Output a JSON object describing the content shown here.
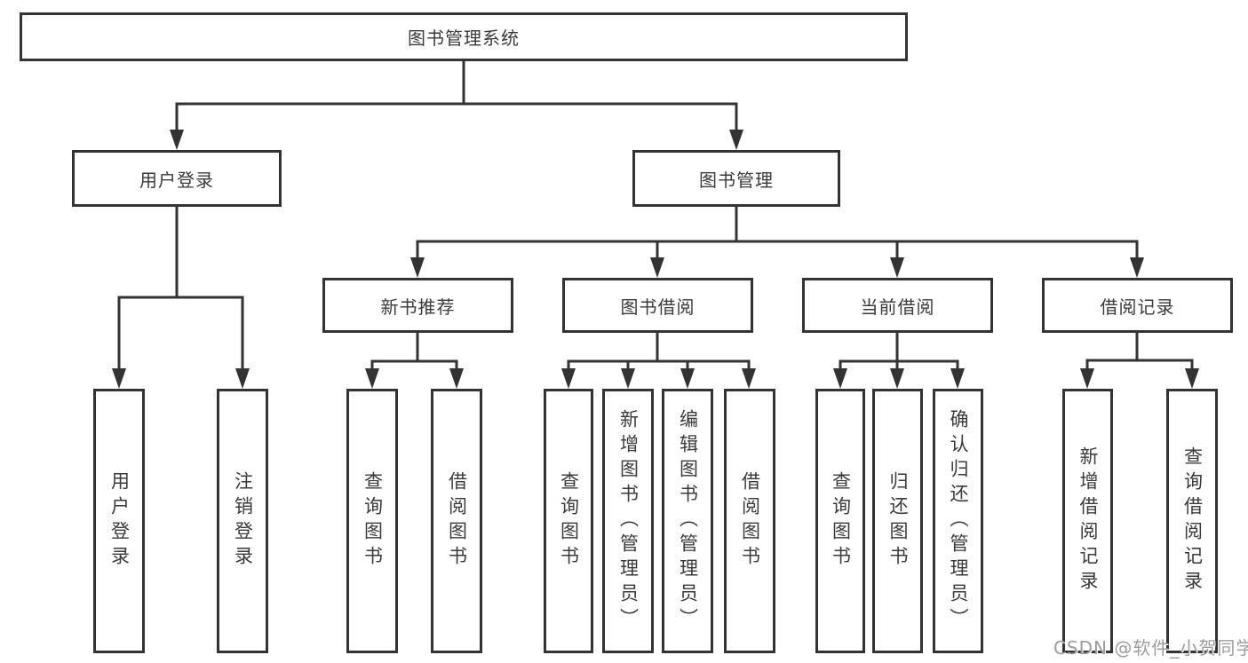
{
  "tree": {
    "label": "图书管理系统",
    "children": [
      {
        "label": "用户登录",
        "children": [
          {
            "label": "用户登录"
          },
          {
            "label": "注销登录"
          }
        ]
      },
      {
        "label": "图书管理",
        "children": [
          {
            "label": "新书推荐",
            "children": [
              {
                "label": "查询图书"
              },
              {
                "label": "借阅图书"
              }
            ]
          },
          {
            "label": "图书借阅",
            "children": [
              {
                "label": "查询图书"
              },
              {
                "label": "新增图书（管理员）"
              },
              {
                "label": "编辑图书（管理员）"
              },
              {
                "label": "借阅图书"
              }
            ]
          },
          {
            "label": "当前借阅",
            "children": [
              {
                "label": "查询图书"
              },
              {
                "label": "归还图书"
              },
              {
                "label": "确认归还（管理员）"
              }
            ]
          },
          {
            "label": "借阅记录",
            "children": [
              {
                "label": "新增借阅记录"
              },
              {
                "label": "查询借阅记录"
              }
            ]
          }
        ]
      }
    ]
  },
  "watermark": {
    "text": "CSDN @软件_小贺同学"
  },
  "colors": {
    "line": "#333333",
    "text": "#3a3a3a",
    "watermark": "#9c9c9c",
    "background": "#ffffff"
  }
}
